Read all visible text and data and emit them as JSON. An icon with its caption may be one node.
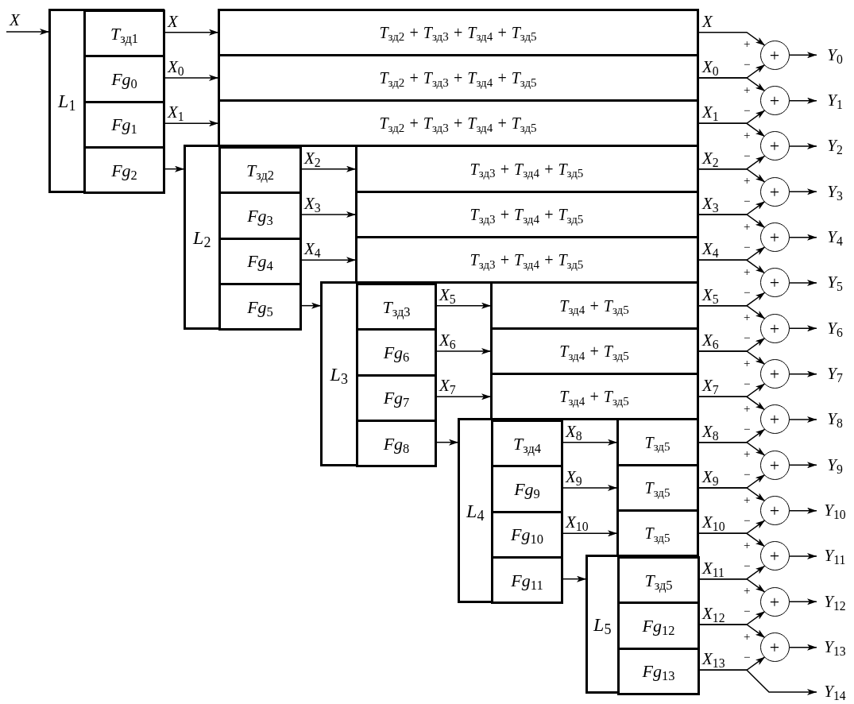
{
  "diagram": {
    "nodes": [
      {
        "text": [
          "L$_{1}$"
        ]
      },
      {
        "text": [
          "T$_{зд1}$"
        ],
        "in": 0
      },
      {
        "text": [
          "Fg$_{0}$"
        ],
        "in": 0
      },
      {
        "text": [
          "Fg$_{1}$"
        ],
        "in": 0
      },
      {
        "text": [
          "Fg$_{2}$"
        ],
        "in": 0
      },
      {
        "text": [
          "T$_{зд2}$ + T$_{зд3}$ + T$_{зд4}$ + T$_{зд5}$"
        ]
      },
      {
        "text": [
          "T$_{зд2}$ + T$_{зд3}$ + T$_{зд4}$ + T$_{зд5}$"
        ]
      },
      {
        "text": [
          "T$_{зд2}$ + T$_{зд3}$ + T$_{зд4}$ + T$_{зд5}$"
        ]
      },
      {
        "text": [
          "L$_{2}$"
        ]
      },
      {
        "text": [
          "T$_{зд2}$"
        ],
        "in": 8
      },
      {
        "text": [
          "Fg$_{3}$"
        ],
        "in": 8
      },
      {
        "text": [
          "Fg$_{4}$"
        ],
        "in": 8
      },
      {
        "text": [
          "Fg$_{5}$"
        ],
        "in": 8
      },
      {
        "text": [
          "T$_{зд3}$ + T$_{зд4}$ + T$_{зд5}$"
        ]
      },
      {
        "text": [
          "T$_{зд3}$ + T$_{зд4}$ + T$_{зд5}$"
        ]
      },
      {
        "text": [
          "T$_{зд3}$ + T$_{зд4}$ + T$_{зд5}$"
        ]
      },
      {
        "text": [
          "L$_{3}$"
        ]
      },
      {
        "text": [
          "T$_{зд3}$"
        ],
        "in": 16
      },
      {
        "text": [
          "Fg$_{6}$"
        ],
        "in": 16
      },
      {
        "text": [
          "Fg$_{7}$"
        ],
        "in": 16
      },
      {
        "text": [
          "Fg$_{8}$"
        ],
        "in": 16
      },
      {
        "text": [
          "T$_{зд4}$ + T$_{зд5}$"
        ]
      },
      {
        "text": [
          "T$_{зд4}$ + T$_{зд5}$"
        ]
      },
      {
        "text": [
          "T$_{зд4}$ + T$_{зд5}$"
        ]
      },
      {
        "text": [
          "L$_{4}$"
        ]
      },
      {
        "text": [
          "T$_{зд4}$"
        ],
        "in": 24
      },
      {
        "text": [
          "Fg$_{9}$"
        ],
        "in": 24
      },
      {
        "text": [
          "Fg$_{10}$"
        ],
        "in": 24
      },
      {
        "text": [
          "Fg$_{11}$"
        ],
        "in": 24
      },
      {
        "text": [
          "T$_{зд5}$"
        ]
      },
      {
        "text": [
          "T$_{зд5}$"
        ]
      },
      {
        "text": [
          "T$_{зд5}$"
        ]
      },
      {
        "text": [
          "L$_{5}$"
        ]
      },
      {
        "text": [
          "T$_{зд5}$"
        ],
        "in": 32
      },
      {
        "text": [
          "Fg$_{12}$"
        ],
        "in": 32
      },
      {
        "text": [
          "Fg$_{13}$"
        ],
        "in": 32
      },
      {
        "text": [
          "+"
        ],
        "beside": [
          "+",
          "−"
        ]
      },
      {
        "text": [
          "+"
        ],
        "beside": [
          "+",
          "−"
        ]
      },
      {
        "text": [
          "+"
        ],
        "beside": [
          "+",
          "−"
        ]
      },
      {
        "text": [
          "+"
        ],
        "beside": [
          "+",
          "−"
        ]
      },
      {
        "text": [
          "+"
        ],
        "beside": [
          "+",
          "−"
        ]
      },
      {
        "text": [
          "+"
        ],
        "beside": [
          "+",
          "−"
        ]
      },
      {
        "text": [
          "+"
        ],
        "beside": [
          "+",
          "−"
        ]
      },
      {
        "text": [
          "+"
        ],
        "beside": [
          "+",
          "−"
        ]
      },
      {
        "text": [
          "+"
        ],
        "beside": [
          "+",
          "−"
        ]
      },
      {
        "text": [
          "+"
        ],
        "beside": [
          "+",
          "−"
        ]
      },
      {
        "text": [
          "+"
        ],
        "beside": [
          "+",
          "−"
        ]
      },
      {
        "text": [
          "+"
        ],
        "beside": [
          "+",
          "−"
        ]
      },
      {
        "text": [
          "+"
        ],
        "beside": [
          "+",
          "−"
        ]
      },
      {
        "text": [
          "+"
        ],
        "beside": [
          "+",
          "−"
        ]
      },
      {
        "text": [
          "Y$_{0}$"
        ]
      },
      {
        "text": [
          "Y$_{1}$"
        ]
      },
      {
        "text": [
          "Y$_{2}$"
        ]
      },
      {
        "text": [
          "Y$_{3}$"
        ]
      },
      {
        "text": [
          "Y$_{4}$"
        ]
      },
      {
        "text": [
          "Y$_{5}$"
        ]
      },
      {
        "text": [
          "Y$_{6}$"
        ]
      },
      {
        "text": [
          "Y$_{7}$"
        ]
      },
      {
        "text": [
          "Y$_{8}$"
        ]
      },
      {
        "text": [
          "Y$_{9}$"
        ]
      },
      {
        "text": [
          "Y$_{10}$"
        ]
      },
      {
        "text": [
          "Y$_{11}$"
        ]
      },
      {
        "text": [
          "Y$_{12}$"
        ]
      },
      {
        "text": [
          "Y$_{13}$"
        ]
      },
      {
        "text": [
          "Y$_{14}$"
        ]
      }
    ],
    "edges": [
      {
        "from": null,
        "to": 0,
        "arrow": "to",
        "label": "X"
      },
      {
        "from": 1,
        "to": 5,
        "arrow": "to",
        "label": "X"
      },
      {
        "from": 2,
        "to": 6,
        "arrow": "to",
        "label": "X$_{0}$"
      },
      {
        "from": 3,
        "to": 7,
        "arrow": "to",
        "label": "X$_{1}$"
      },
      {
        "from": 4,
        "to": 8,
        "arrow": "to"
      },
      {
        "from": 9,
        "to": 13,
        "arrow": "to",
        "label": "X$_{2}$"
      },
      {
        "from": 10,
        "to": 14,
        "arrow": "to",
        "label": "X$_{3}$"
      },
      {
        "from": 11,
        "to": 15,
        "arrow": "to",
        "label": "X$_{4}$"
      },
      {
        "from": 12,
        "to": 16,
        "arrow": "to"
      },
      {
        "from": 17,
        "to": 21,
        "arrow": "to",
        "label": "X$_{5}$"
      },
      {
        "from": 18,
        "to": 22,
        "arrow": "to",
        "label": "X$_{6}$"
      },
      {
        "from": 19,
        "to": 23,
        "arrow": "to",
        "label": "X$_{7}$"
      },
      {
        "from": 20,
        "to": 24,
        "arrow": "to"
      },
      {
        "from": 25,
        "to": 29,
        "arrow": "to",
        "label": "X$_{8}$"
      },
      {
        "from": 26,
        "to": 30,
        "arrow": "to",
        "label": "X$_{9}$"
      },
      {
        "from": 27,
        "to": 31,
        "arrow": "to",
        "label": "X$_{10}$"
      },
      {
        "from": 28,
        "to": 32,
        "arrow": "to"
      },
      {
        "from": 5,
        "to": 36,
        "arrow": "to",
        "label": "X"
      },
      {
        "from": 6,
        "to": 37,
        "arrow": "to",
        "label": "X$_{0}$"
      },
      {
        "from": 6,
        "to": 36,
        "arrow": "to"
      },
      {
        "from": 7,
        "to": 38,
        "arrow": "to",
        "label": "X$_{1}$"
      },
      {
        "from": 7,
        "to": 37,
        "arrow": "to"
      },
      {
        "from": 13,
        "to": 39,
        "arrow": "to",
        "label": "X$_{2}$"
      },
      {
        "from": 13,
        "to": 38,
        "arrow": "to"
      },
      {
        "from": 14,
        "to": 40,
        "arrow": "to",
        "label": "X$_{3}$"
      },
      {
        "from": 14,
        "to": 39,
        "arrow": "to"
      },
      {
        "from": 15,
        "to": 41,
        "arrow": "to",
        "label": "X$_{4}$"
      },
      {
        "from": 15,
        "to": 40,
        "arrow": "to"
      },
      {
        "from": 21,
        "to": 42,
        "arrow": "to",
        "label": "X$_{5}$"
      },
      {
        "from": 21,
        "to": 41,
        "arrow": "to"
      },
      {
        "from": 22,
        "to": 43,
        "arrow": "to",
        "label": "X$_{6}$"
      },
      {
        "from": 22,
        "to": 42,
        "arrow": "to"
      },
      {
        "from": 23,
        "to": 44,
        "arrow": "to",
        "label": "X$_{7}$"
      },
      {
        "from": 23,
        "to": 43,
        "arrow": "to"
      },
      {
        "from": 29,
        "to": 45,
        "arrow": "to",
        "label": "X$_{8}$"
      },
      {
        "from": 29,
        "to": 44,
        "arrow": "to"
      },
      {
        "from": 30,
        "to": 46,
        "arrow": "to",
        "label": "X$_{9}$"
      },
      {
        "from": 30,
        "to": 45,
        "arrow": "to"
      },
      {
        "from": 31,
        "to": 47,
        "arrow": "to",
        "label": "X$_{10}$"
      },
      {
        "from": 31,
        "to": 46,
        "arrow": "to"
      },
      {
        "from": 33,
        "to": 48,
        "arrow": "to",
        "label": "X$_{11}$"
      },
      {
        "from": 33,
        "to": 47,
        "arrow": "to"
      },
      {
        "from": 34,
        "to": 49,
        "arrow": "to",
        "label": "X$_{12}$"
      },
      {
        "from": 34,
        "to": 48,
        "arrow": "to"
      },
      {
        "from": 35,
        "to": 64,
        "arrow": "to",
        "label": "X$_{13}$"
      },
      {
        "from": 35,
        "to": 49,
        "arrow": "to"
      },
      {
        "from": 36,
        "to": 50,
        "arrow": "to"
      },
      {
        "from": 37,
        "to": 51,
        "arrow": "to"
      },
      {
        "from": 38,
        "to": 52,
        "arrow": "to"
      },
      {
        "from": 39,
        "to": 53,
        "arrow": "to"
      },
      {
        "from": 40,
        "to": 54,
        "arrow": "to"
      },
      {
        "from": 41,
        "to": 55,
        "arrow": "to"
      },
      {
        "from": 42,
        "to": 56,
        "arrow": "to"
      },
      {
        "from": 43,
        "to": 57,
        "arrow": "to"
      },
      {
        "from": 44,
        "to": 58,
        "arrow": "to"
      },
      {
        "from": 45,
        "to": 59,
        "arrow": "to"
      },
      {
        "from": 46,
        "to": 60,
        "arrow": "to"
      },
      {
        "from": 47,
        "to": 61,
        "arrow": "to"
      },
      {
        "from": 48,
        "to": 62,
        "arrow": "to"
      },
      {
        "from": 49,
        "to": 63,
        "arrow": "to"
      }
    ]
  }
}
